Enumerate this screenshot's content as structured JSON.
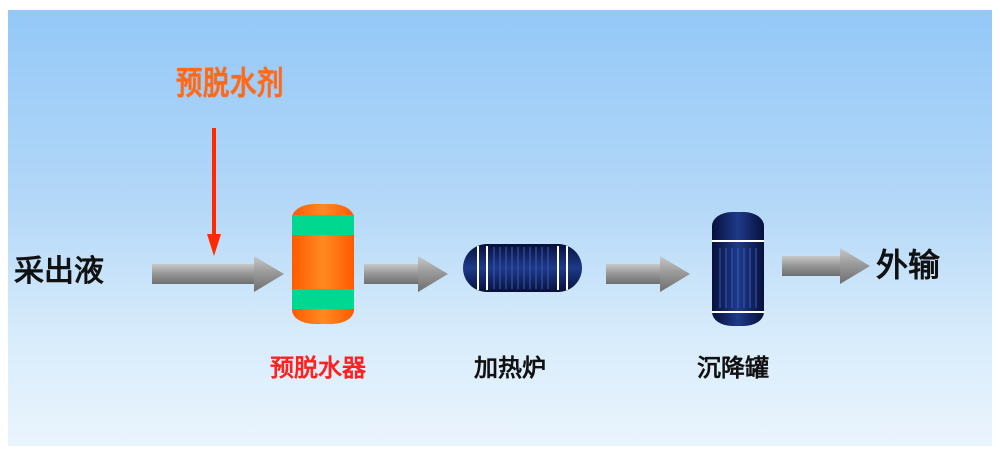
{
  "diagram": {
    "inlet_label": "采出液",
    "outlet_label": "外输",
    "dosing_label": "预脱水剂",
    "units": [
      {
        "id": "separator",
        "label": "预脱水器"
      },
      {
        "id": "heater",
        "label": "加热炉"
      },
      {
        "id": "settling_tank",
        "label": "沉降罐"
      }
    ]
  },
  "colors": {
    "separator_body": "#ff6a00",
    "separator_band": "#00d890",
    "vessel_dark": "#0c1a5a",
    "arrow": "#8f8f8f",
    "dosing_arrow": "#ff2a00",
    "separator_label": "#ff2020"
  }
}
